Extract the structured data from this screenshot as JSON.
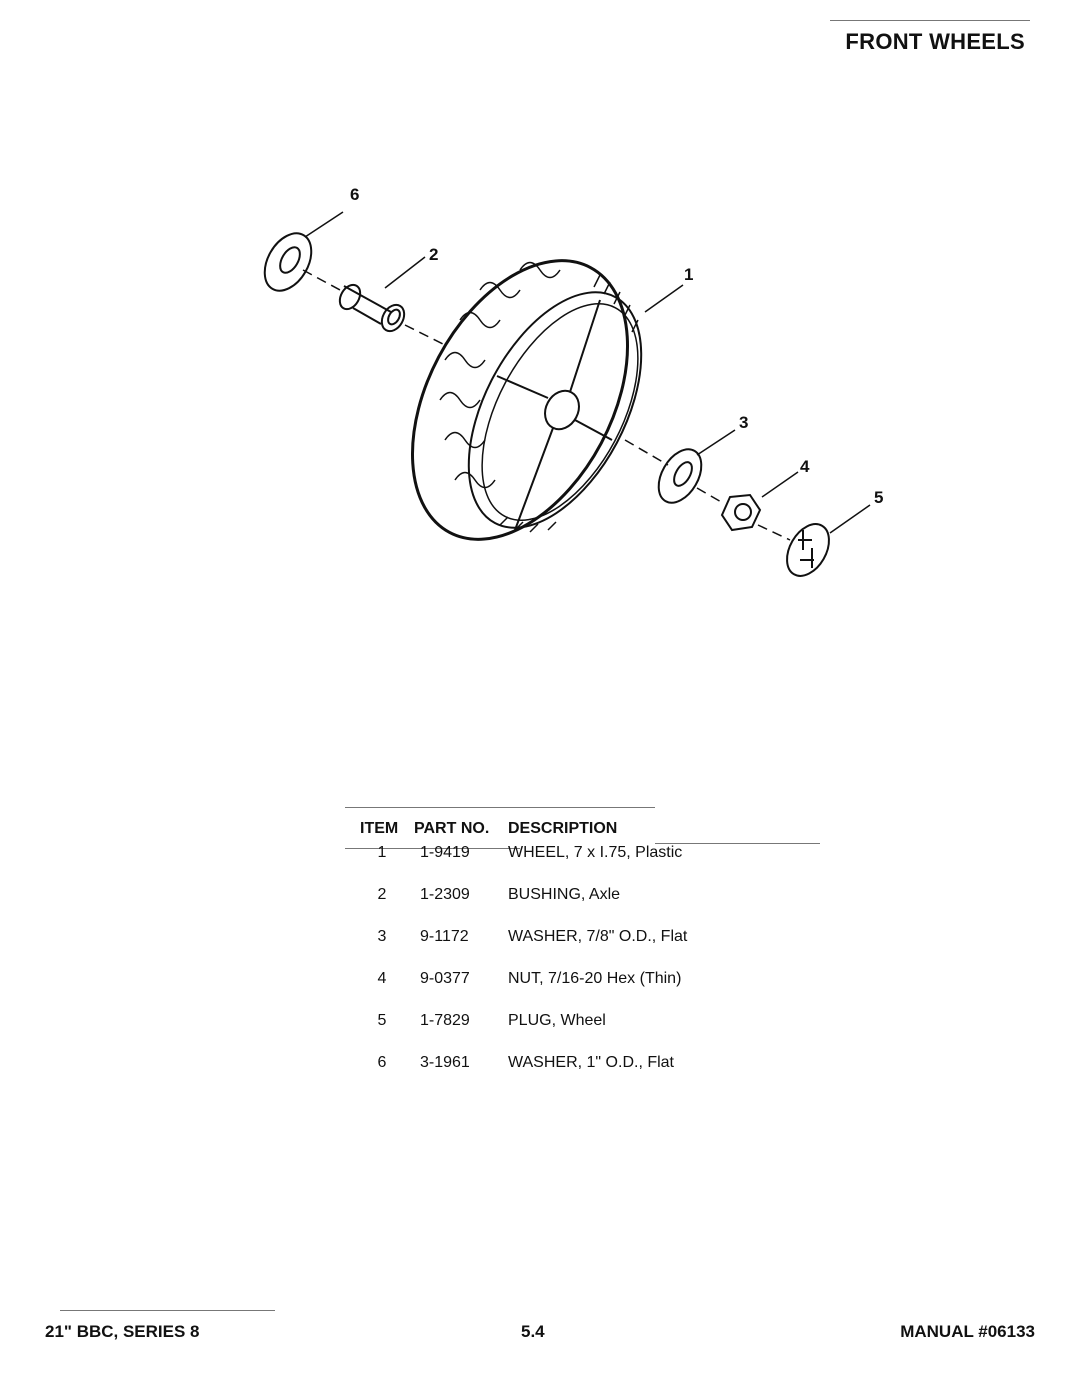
{
  "header": {
    "title": "FRONT WHEELS"
  },
  "diagram": {
    "callouts": [
      "1",
      "2",
      "3",
      "4",
      "5",
      "6"
    ]
  },
  "parts_table": {
    "columns": [
      "ITEM",
      "PART NO.",
      "DESCRIPTION"
    ],
    "rows": [
      {
        "item": "1",
        "part_no": "1-9419",
        "description": "WHEEL, 7 x I.75, Plastic"
      },
      {
        "item": "2",
        "part_no": "1-2309",
        "description": "BUSHING, Axle"
      },
      {
        "item": "3",
        "part_no": "9-1172",
        "description": "WASHER, 7/8\" O.D., Flat"
      },
      {
        "item": "4",
        "part_no": "9-0377",
        "description": "NUT, 7/16-20 Hex (Thin)"
      },
      {
        "item": "5",
        "part_no": "1-7829",
        "description": "PLUG, Wheel"
      },
      {
        "item": "6",
        "part_no": "3-1961",
        "description": "WASHER, 1\" O.D., Flat"
      }
    ]
  },
  "footer": {
    "model": "21\" BBC, SERIES 8",
    "page": "5.4",
    "manual": "MANUAL #06133"
  }
}
